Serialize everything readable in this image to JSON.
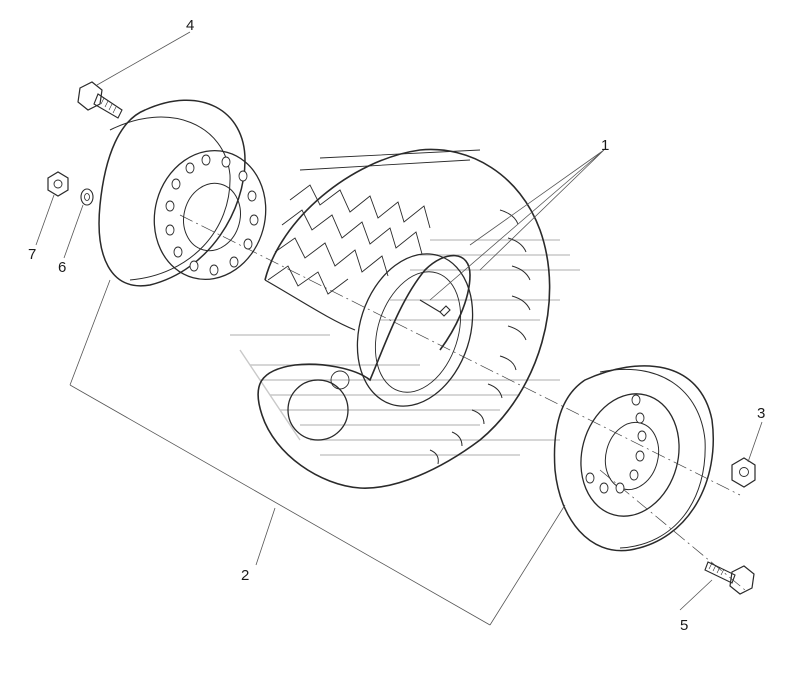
{
  "diagram": {
    "type": "exploded-parts-view",
    "callouts": [
      {
        "id": "1",
        "text": "1"
      },
      {
        "id": "2",
        "text": "2"
      },
      {
        "id": "3",
        "text": "3"
      },
      {
        "id": "4",
        "text": "4"
      },
      {
        "id": "5",
        "text": "5"
      },
      {
        "id": "6",
        "text": "6"
      },
      {
        "id": "7",
        "text": "7"
      }
    ],
    "colors": {
      "line": "#2a2a2a",
      "watermark": "#c9c9c9",
      "background": "#ffffff"
    }
  }
}
